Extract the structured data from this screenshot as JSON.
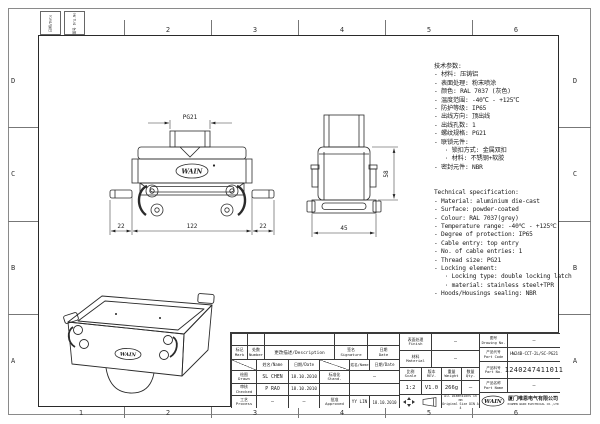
{
  "zones": {
    "cols": [
      "1",
      "2",
      "3",
      "4",
      "5",
      "6"
    ],
    "rows": [
      "D",
      "C",
      "B",
      "A"
    ]
  },
  "corner_tabs": {
    "tab1": "日期/Date",
    "tab2": "图号 Drg.No"
  },
  "specs_cn": {
    "title": "技术参数:",
    "items": [
      "- 材料: 压铸铝",
      "- 表面处理: 粉末喷涂",
      "- 颜色: RAL 7037 (灰色)",
      "- 温度范围: -40℃ - +125℃",
      "- 防护等级: IP65",
      "- 出线方向: 顶出线",
      "- 出线孔数: 1",
      "- 螺纹规格: PG21",
      "- 联锁元件:",
      "   · 锁扣方式: 金属双扣",
      "   · 材料: 不锈钢+软胶",
      "- 密封元件: NBR"
    ]
  },
  "specs_en": {
    "title": "Technical specification:",
    "items": [
      "- Material: aluminium die-cast",
      "- Surface: powder-coated",
      "- Colour: RAL 7037(grey)",
      "- Temperature range: -40℃ - +125℃",
      "- Degree of protection: IP65",
      "- Cable entry: top entry",
      "- No. of cable entries: 1",
      "- Thread size: PG21",
      "- Locking element:",
      "   · Locking type: double locking latch",
      "   · material: stainless steel+TPR",
      "- Hoods/Housings sealing: NBR"
    ]
  },
  "views": {
    "front": {
      "thread": "PG21",
      "dim_left": "22",
      "dim_middle": "122",
      "dim_right": "22",
      "logo": "WAIN"
    },
    "side": {
      "dim_height": "58",
      "dim_width": "45"
    },
    "iso": {
      "logo": "WAIN"
    }
  },
  "titleblock": {
    "rev": {
      "mark_cn": "标记",
      "mark_en": "Mark",
      "number_cn": "处数",
      "number_en": "Number",
      "description": "更改描述/Description",
      "signature_cn": "签名",
      "signature_en": "Signature",
      "date_cn": "日期",
      "date_en": "Date",
      "name_hdr": "姓名/Name",
      "date_hdr": "日期/Date"
    },
    "approval": {
      "drawn_cn": "绘图",
      "drawn_en": "Drawn",
      "drawn_name": "SL CHEN",
      "drawn_date": "18.10.2010",
      "checked_cn": "审核",
      "checked_en": "Checked",
      "checked_name": "P RAO",
      "checked_date": "18.10.2010",
      "process_cn": "工艺",
      "process_en": "Process",
      "process_name": "—",
      "process_date": "—",
      "stand_cn": "标准化",
      "stand_en": "Stand.",
      "stand_value": "—",
      "approved_cn": "批准",
      "approved_en": "Approved",
      "approved_name": "YY LIN",
      "approved_date": "18.10.2010"
    },
    "finish": {
      "cn": "表面处理",
      "en": "Finish",
      "value": "—"
    },
    "material": {
      "cn": "材料",
      "en": "Material",
      "value": "—"
    },
    "scale": {
      "cn": "比例",
      "en": "Scale",
      "value": "1:2"
    },
    "revision": {
      "cn": "版本",
      "en": "REV.",
      "value": "V1.0"
    },
    "weight": {
      "cn": "重量",
      "en": "Weight",
      "value": "266g"
    },
    "qty": {
      "cn": "数量",
      "en": "Qty.",
      "value": "—"
    },
    "note": {
      "line1": "All Dimensions in mm",
      "line2": "Original Size DIN A 4"
    },
    "drawing_no": {
      "cn": "图号",
      "en": "Drawing No.",
      "value": "—"
    },
    "part_code": {
      "cn": "产品代号",
      "en": "Part Code",
      "value": "HW24B-CCT-2L/SC-PG21"
    },
    "part_no": {
      "cn": "产品料号",
      "en": "Part No.",
      "value": "1240247411011"
    },
    "part_name": {
      "cn": "产品名称",
      "en": "Part Name",
      "value": "—"
    },
    "company": {
      "logo": "WAIN",
      "cn": "厦门唯恩电气有限公司",
      "en": "XIAMEN WAIN ELECTRICAL CO.,LTD"
    }
  }
}
